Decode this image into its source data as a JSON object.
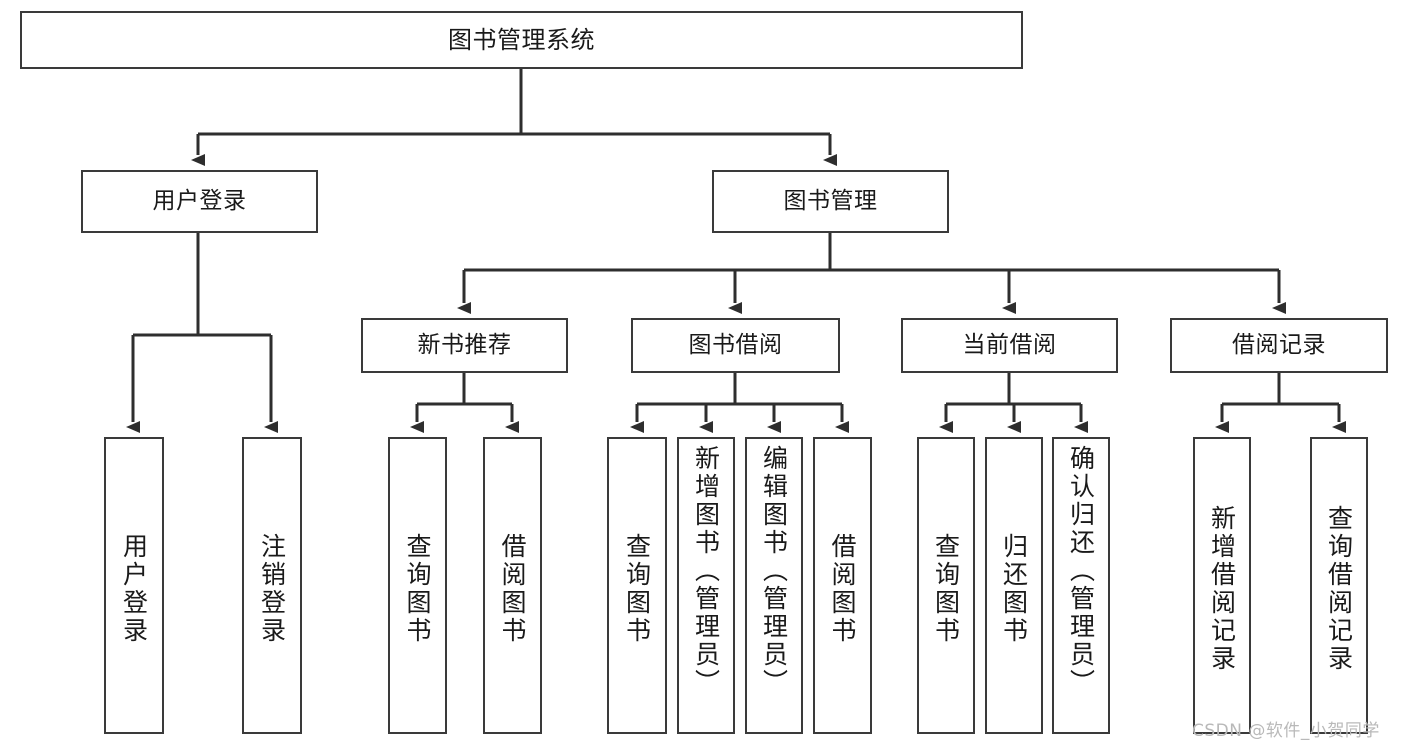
{
  "diagram": {
    "title": "图书管理系统",
    "type": "tree-hierarchy",
    "root": {
      "id": "root",
      "label": "图书管理系统"
    },
    "level2": [
      {
        "id": "user-login",
        "label": "用户登录"
      },
      {
        "id": "book-manage",
        "label": "图书管理"
      }
    ],
    "level3": [
      {
        "id": "new-book-recommend",
        "label": "新书推荐",
        "parent": "book-manage"
      },
      {
        "id": "book-borrow",
        "label": "图书借阅",
        "parent": "book-manage"
      },
      {
        "id": "current-borrow",
        "label": "当前借阅",
        "parent": "book-manage"
      },
      {
        "id": "borrow-record",
        "label": "借阅记录",
        "parent": "book-manage"
      }
    ],
    "leaves": [
      {
        "id": "leaf-user-login",
        "label": "用户登录",
        "parent": "user-login"
      },
      {
        "id": "leaf-logout-login",
        "label": "注销登录",
        "parent": "user-login"
      },
      {
        "id": "leaf-query-book-1",
        "label": "查询图书",
        "parent": "new-book-recommend"
      },
      {
        "id": "leaf-borrow-book-1",
        "label": "借阅图书",
        "parent": "new-book-recommend"
      },
      {
        "id": "leaf-query-book-2",
        "label": "查询图书",
        "parent": "book-borrow"
      },
      {
        "id": "leaf-add-book",
        "label": "新增图书（管理员）",
        "parent": "book-borrow"
      },
      {
        "id": "leaf-edit-book",
        "label": "编辑图书（管理员）",
        "parent": "book-borrow"
      },
      {
        "id": "leaf-borrow-book-2",
        "label": "借阅图书",
        "parent": "book-borrow"
      },
      {
        "id": "leaf-query-book-3",
        "label": "查询图书",
        "parent": "current-borrow"
      },
      {
        "id": "leaf-return-book",
        "label": "归还图书",
        "parent": "current-borrow"
      },
      {
        "id": "leaf-confirm-return",
        "label": "确认归还（管理员）",
        "parent": "current-borrow"
      },
      {
        "id": "leaf-add-record",
        "label": "新增借阅记录",
        "parent": "borrow-record"
      },
      {
        "id": "leaf-query-record",
        "label": "查询借阅记录",
        "parent": "borrow-record"
      }
    ],
    "watermark": "CSDN @软件_小贺同学",
    "colors": {
      "stroke": "#3a3a3a",
      "background": "#ffffff",
      "text": "#1a1a1a",
      "watermark": "#b9b9b9"
    }
  }
}
